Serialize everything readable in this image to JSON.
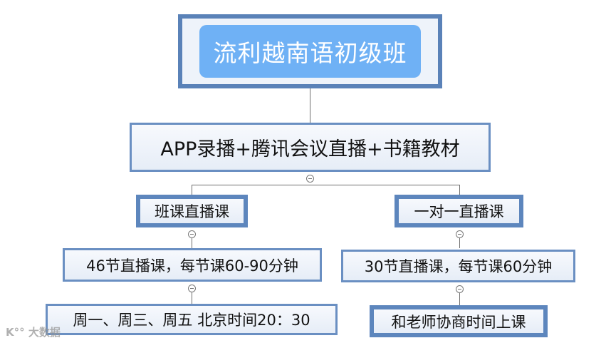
{
  "diagram": {
    "title": "流利越南语初级班",
    "level1": "APP录播+腾讯会议直播+书籍教材",
    "branches": [
      {
        "label": "班课直播课",
        "detail": "46节直播课，每节课60-90分钟",
        "schedule": "周一、周三、周五 北京时间20：30"
      },
      {
        "label": "一对一直播课",
        "detail": "30节直播课，每节课60分钟",
        "schedule": "和老师协商时间上课"
      }
    ]
  },
  "watermark": "K°° 大数据",
  "colors": {
    "root_fill": "#6fb1f5",
    "border": "#5d86bd",
    "node_fill": "#eef3fa",
    "connector": "#6f6f6f"
  }
}
